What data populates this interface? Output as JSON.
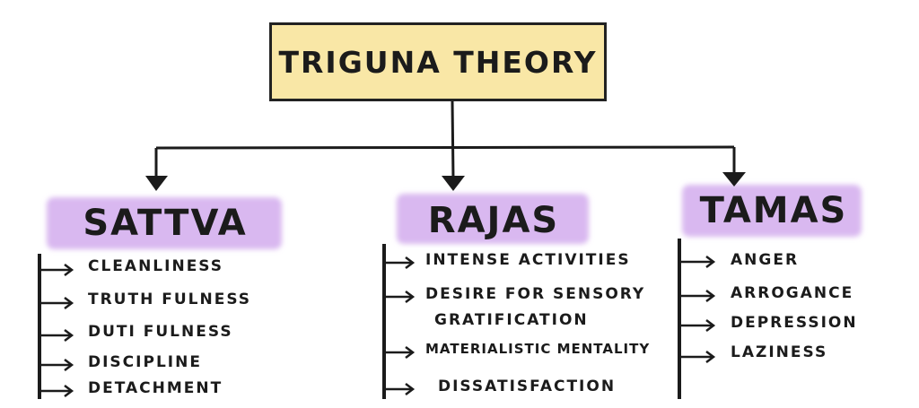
{
  "diagram": {
    "title": "TRIGUNA THEORY",
    "colors": {
      "title_box": "#f9e7a6",
      "highlight": "#d9b8f0",
      "ink": "#1b1b1b"
    },
    "gunas": [
      {
        "name": "SATTVA",
        "traits": [
          "CLEANLINESS",
          "TRUTH FULNESS",
          "DUTI FULNESS",
          "DISCIPLINE",
          "DETACHMENT"
        ]
      },
      {
        "name": "RAJAS",
        "traits": [
          "INTENSE ACTIVITIES",
          "DESIRE FOR SENSORY",
          "GRATIFICATION",
          "MATERIALISTIC MENTALITY",
          "DISSATISFACTION"
        ]
      },
      {
        "name": "TAMAS",
        "traits": [
          "ANGER",
          "ARROGANCE",
          "DEPRESSION",
          "LAZINESS"
        ]
      }
    ]
  }
}
